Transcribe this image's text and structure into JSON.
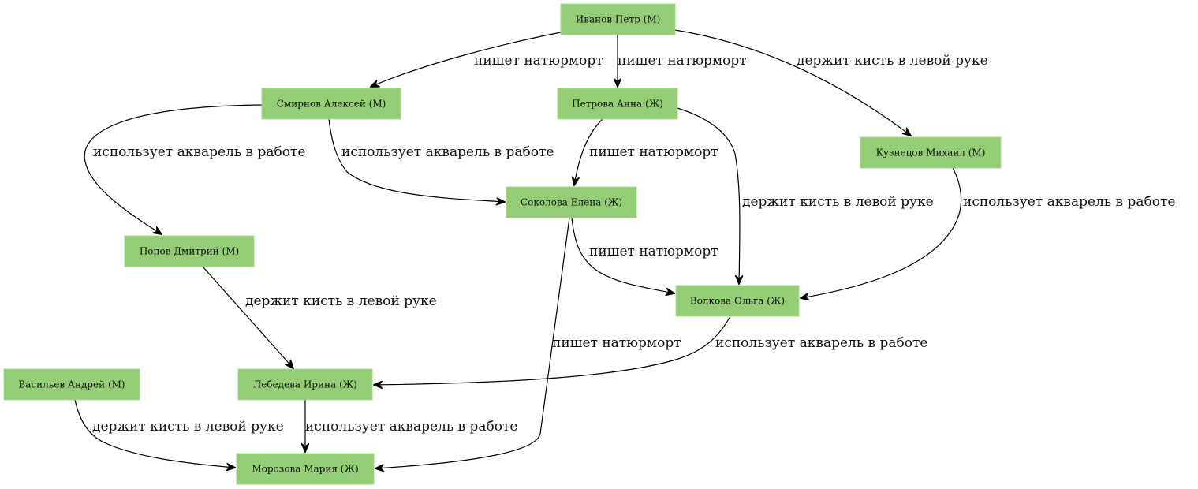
{
  "diagram": {
    "type": "directed-graph",
    "node_color": "#93cd75",
    "edge_color": "#000000",
    "nodes": [
      {
        "id": "ivanov",
        "label": "Иванов Петр (М)"
      },
      {
        "id": "smirnov",
        "label": "Смирнов Алексей (М)"
      },
      {
        "id": "petrova",
        "label": "Петрова Анна (Ж)"
      },
      {
        "id": "kuznetsov",
        "label": "Кузнецов Михаил (М)"
      },
      {
        "id": "sokolova",
        "label": "Соколова Елена (Ж)"
      },
      {
        "id": "popov",
        "label": "Попов Дмитрий (М)"
      },
      {
        "id": "volkova",
        "label": "Волкова Ольга (Ж)"
      },
      {
        "id": "vasiliev",
        "label": "Васильев Андрей (М)"
      },
      {
        "id": "lebedeva",
        "label": "Лебедева Ирина (Ж)"
      },
      {
        "id": "morozova",
        "label": "Морозова Мария (Ж)"
      }
    ],
    "edges": [
      {
        "from": "ivanov",
        "to": "smirnov",
        "label": "пишет натюрморт"
      },
      {
        "from": "ivanov",
        "to": "petrova",
        "label": "пишет натюрморт"
      },
      {
        "from": "ivanov",
        "to": "kuznetsov",
        "label": "держит кисть в левой руке"
      },
      {
        "from": "smirnov",
        "to": "popov",
        "label": "использует акварель в работе"
      },
      {
        "from": "smirnov",
        "to": "sokolova",
        "label": "использует акварель в работе"
      },
      {
        "from": "petrova",
        "to": "sokolova",
        "label": "пишет натюрморт"
      },
      {
        "from": "petrova",
        "to": "volkova",
        "label": "держит кисть в левой руке"
      },
      {
        "from": "kuznetsov",
        "to": "volkova",
        "label": "использует акварель в работе"
      },
      {
        "from": "sokolova",
        "to": "volkova",
        "label": "пишет натюрморт"
      },
      {
        "from": "sokolova",
        "to": "morozova",
        "label": "пишет натюрморт"
      },
      {
        "from": "popov",
        "to": "lebedeva",
        "label": "держит кисть в левой руке"
      },
      {
        "from": "volkova",
        "to": "lebedeva",
        "label": "использует акварель в работе"
      },
      {
        "from": "vasiliev",
        "to": "morozova",
        "label": "держит кисть в левой руке"
      },
      {
        "from": "lebedeva",
        "to": "morozova",
        "label": "использует акварель в работе"
      }
    ]
  }
}
